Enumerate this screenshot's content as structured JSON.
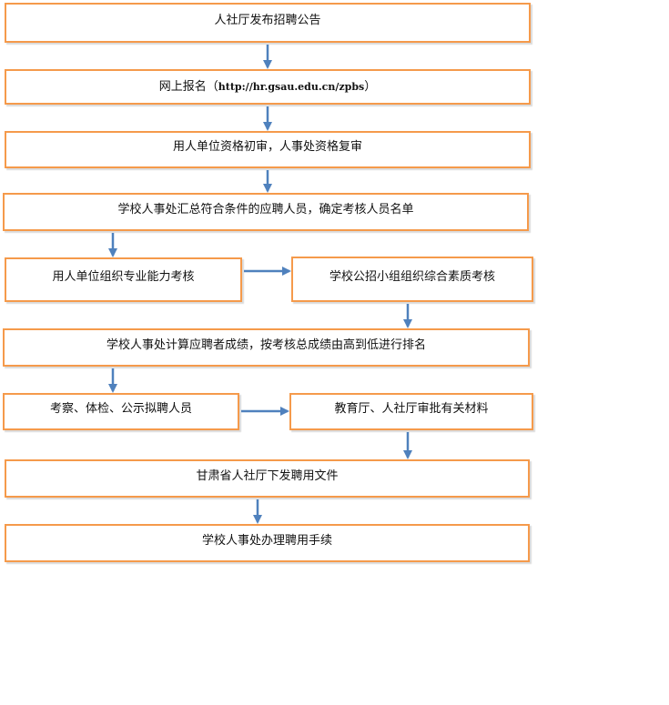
{
  "flowchart": {
    "steps": {
      "announce": "人社厅发布招聘公告",
      "register_prefix": "网上报名（",
      "register_url": "http://hr.gsau.edu.cn/zpbs",
      "register_suffix": "）",
      "qualify": "用人单位资格初审，人事处资格复审",
      "summary": "学校人事处汇总符合条件的应聘人员，确定考核人员名单",
      "ability": "用人单位组织专业能力考核",
      "quality": "学校公招小组组织综合素质考核",
      "score": "学校人事处计算应聘者成绩，按考核总成绩由高到低进行排名",
      "inspect": "考察、体检、公示拟聘人员",
      "approve": "教育厅、人社厅审批有关材料",
      "document": "甘肃省人社厅下发聘用文件",
      "procedure": "学校人事处办理聘用手续"
    },
    "colors": {
      "box_border": "#f59a4b",
      "arrow": "#4f81bd"
    }
  }
}
